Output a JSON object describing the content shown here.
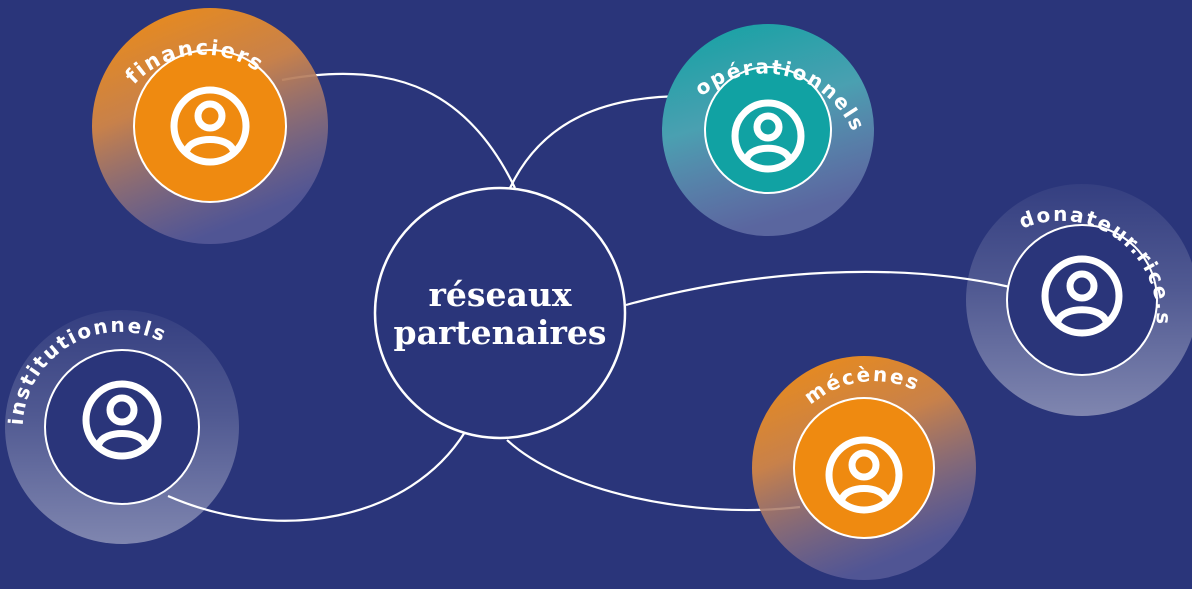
{
  "colors": {
    "background": "#2a357a",
    "orange": "#ef8a10",
    "teal": "#11a2a3",
    "line": "#ffffff"
  },
  "center": {
    "line1": "réseaux",
    "line2": "partenaires"
  },
  "nodes": [
    {
      "id": "financiers",
      "label": "financiers",
      "icon": "user-icon",
      "color": "orange"
    },
    {
      "id": "operationnels",
      "label": "opérationnels",
      "icon": "user-icon",
      "color": "teal"
    },
    {
      "id": "donateurs",
      "label": "donateur.rice.s",
      "icon": "user-icon",
      "color": "none"
    },
    {
      "id": "institutionnels",
      "label": "institutionnels",
      "icon": "user-icon",
      "color": "none"
    },
    {
      "id": "mecenes",
      "label": "mécènes",
      "icon": "user-icon",
      "color": "orange"
    }
  ]
}
